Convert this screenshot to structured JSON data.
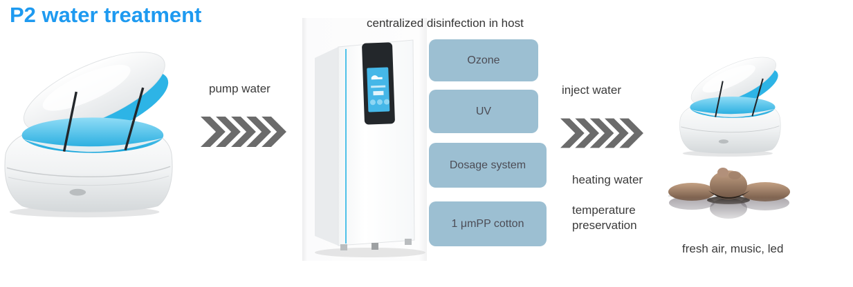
{
  "title": "P2 water treatment",
  "process": {
    "pump_label": "pump water",
    "host_caption": "centralized disinfection in host",
    "steps": [
      "Ozone",
      "UV",
      "Dosage system",
      "1 μmPP cotton"
    ],
    "inject_label": "inject water",
    "heating_label": "heating water",
    "temperature_label": "temperature preservation",
    "features_label": "fresh air, music, led"
  },
  "illustrations": {
    "left_tank": "floatation-tank-open-lid",
    "host_unit": "water-treatment-host-tower",
    "right_tank": "floatation-tank-open-lid",
    "floating_person": "person-floating-on-water"
  },
  "colors": {
    "title_blue": "#1e9af0",
    "step_box_fill": "#9cbfd2",
    "step_box_text": "#4c4c55",
    "arrow_gray": "#6b6b6b",
    "label_text": "#3a3a3a",
    "tank_interior_blue": "#2db4e6"
  }
}
